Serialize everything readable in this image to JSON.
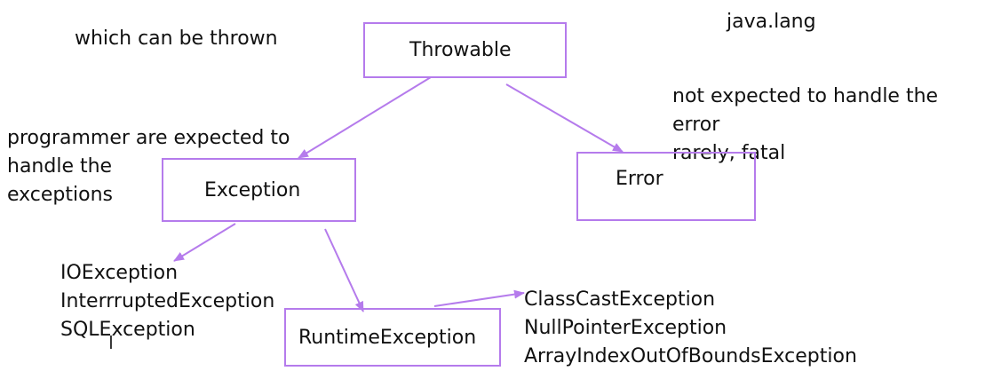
{
  "colors": {
    "accent": "#b57bec",
    "text": "#111111",
    "background": "#ffffff"
  },
  "annotations": {
    "throwable_note": "which can be thrown",
    "package": "java.lang",
    "exception_note": [
      "programmer are expected to",
      "handle the",
      "exceptions"
    ],
    "error_note": [
      "not expected to handle the",
      "error",
      "rarely, fatal"
    ]
  },
  "nodes": {
    "throwable": "Throwable",
    "exception": "Exception",
    "error": "Error",
    "runtime_exception": "RuntimeException"
  },
  "checked_exceptions": [
    "IOException",
    "InterrruptedException",
    "SQLException"
  ],
  "runtime_exceptions": [
    "ClassCastException",
    "NullPointerException",
    "ArrayIndexOutOfBoundsException"
  ],
  "icons": {
    "text_cursor": "i-beam-cursor-icon"
  }
}
